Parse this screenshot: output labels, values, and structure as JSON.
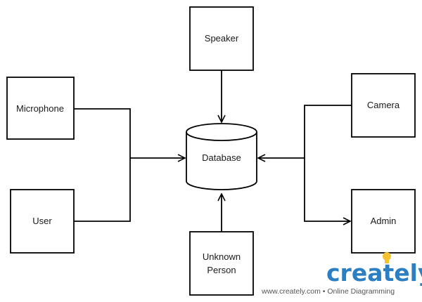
{
  "nodes": {
    "speaker": "Speaker",
    "microphone": "Microphone",
    "camera": "Camera",
    "database": "Database",
    "user": "User",
    "admin": "Admin",
    "unknown_person": [
      "Unknown",
      "Person"
    ]
  },
  "branding": {
    "logo": "creately",
    "footer": "www.creately.com • Online Diagramming"
  },
  "colors": {
    "stroke": "#000000",
    "logo": "#2b7fc2",
    "bulb": "#f5c332"
  }
}
